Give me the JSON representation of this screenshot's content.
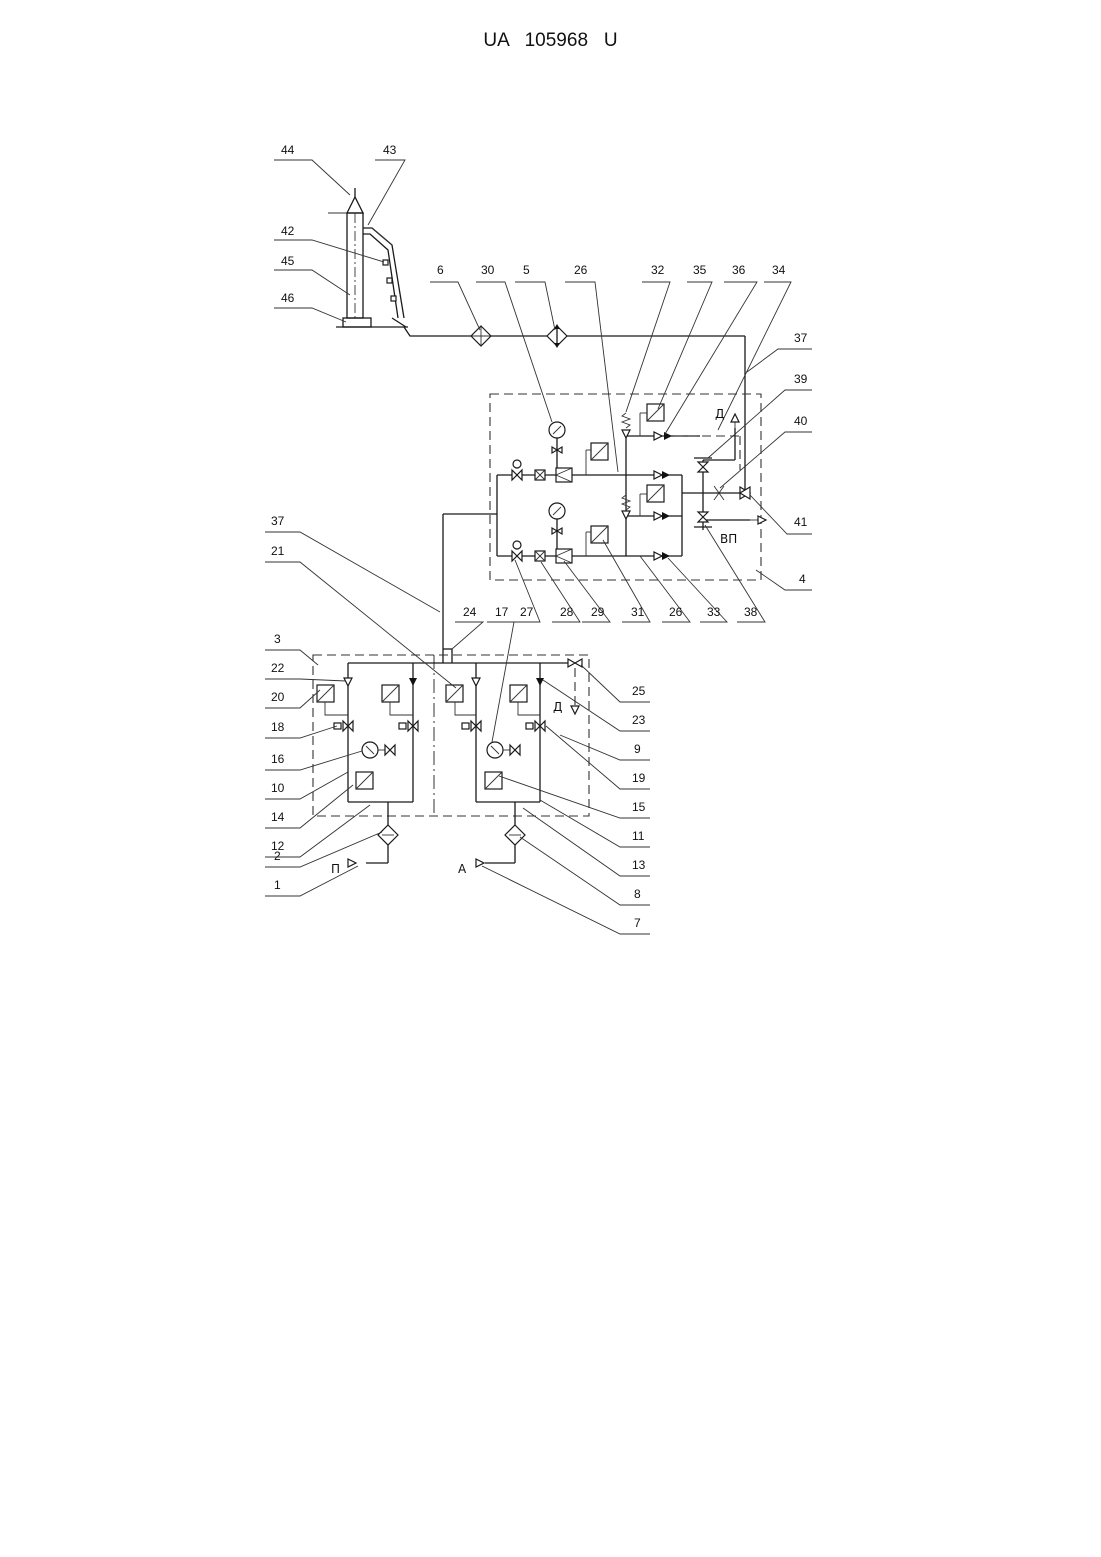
{
  "header": {
    "patent_number": "UA   105968   U"
  },
  "labels": {
    "l44": "44",
    "l43": "43",
    "l42": "42",
    "l45": "45",
    "l46": "46",
    "l6": "6",
    "l30": "30",
    "l5": "5",
    "l26a": "26",
    "l32": "32",
    "l35": "35",
    "l36": "36",
    "l34": "34",
    "l37a": "37",
    "l39": "39",
    "l40": "40",
    "l41": "41",
    "l4": "4",
    "l37b": "37",
    "l21": "21",
    "l27": "27",
    "l28": "28",
    "l29": "29",
    "l31": "31",
    "l26b": "26",
    "l33": "33",
    "l38": "38",
    "l3": "3",
    "l22": "22",
    "l20": "20",
    "l18": "18",
    "l16": "16",
    "l10": "10",
    "l14": "14",
    "l12": "12",
    "l2": "2",
    "l1": "1",
    "l24": "24",
    "l17": "17",
    "l25": "25",
    "l23": "23",
    "l9": "9",
    "l19": "19",
    "l15": "15",
    "l11": "11",
    "l13": "13",
    "l8": "8",
    "l7": "7"
  },
  "symbols": {
    "d_top": "Д",
    "vp": "ВП",
    "d_low": "Д",
    "p": "П",
    "a": "А"
  }
}
